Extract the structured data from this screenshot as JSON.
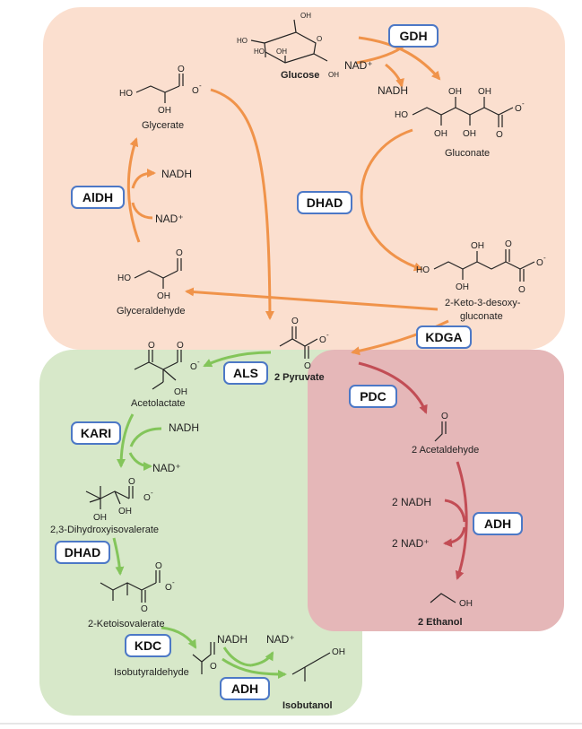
{
  "colors": {
    "orange_region": "#fbdfcf",
    "green_region": "#d7e8c9",
    "red_region": "#e5b7b8",
    "orange_arrow": "#f0934a",
    "green_arrow": "#83c55a",
    "red_arrow": "#c24d55",
    "enzyme_border": "#4c78c6"
  },
  "enzymes": {
    "gdh": "GDH",
    "dhad_top": "DHAD",
    "aldh": "AlDH",
    "kdga": "KDGA",
    "als": "ALS",
    "kari": "KARI",
    "dhad_bottom": "DHAD",
    "kdc": "KDC",
    "adh_bottom": "ADH",
    "pdc": "PDC",
    "adh_right": "ADH"
  },
  "metabolites": {
    "glucose": "Glucose",
    "gluconate": "Gluconate",
    "kdg_line1": "2-Keto-3-desoxy-",
    "kdg_line2": "gluconate",
    "glycerate": "Glycerate",
    "glyceraldehyde": "Glyceraldehyde",
    "pyruvate": "2 Pyruvate",
    "acetolactate": "Acetolactate",
    "dihydroxyisovalerate": "2,3-Dihydroxyisovalerate",
    "ketoisovalerate": "2-Ketoisovalerate",
    "isobutyraldehyde": "Isobutyraldehyde",
    "isobutanol": "Isobutanol",
    "acetaldehyde": "2 Acetaldehyde",
    "ethanol": "2 Ethanol"
  },
  "cofactors": {
    "gdh_nad": "NAD⁺",
    "gdh_nadh": "NADH",
    "aldh_nadh": "NADH",
    "aldh_nad": "NAD⁺",
    "kari_nadh": "NADH",
    "kari_nad": "NAD⁺",
    "adh_nadh": "NADH",
    "adh_nad": "NAD⁺",
    "adh2_nadh": "2 NADH",
    "adh2_nad": "2 NAD⁺"
  },
  "atoms": {
    "oh": "OH",
    "ho": "HO",
    "o": "O",
    "o_minus": "O",
    "minus": "-"
  }
}
